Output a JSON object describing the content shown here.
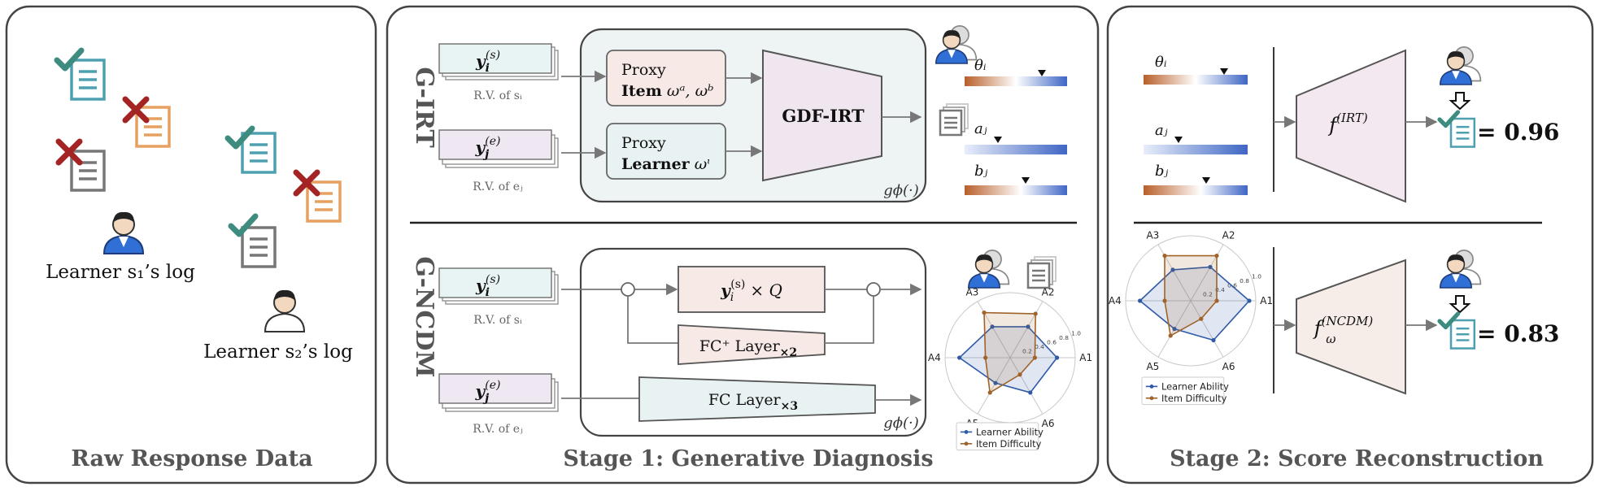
{
  "panels": {
    "raw": {
      "title": "Raw Response Data",
      "learner1_log": "Learner s₁’s log",
      "learner2_log": "Learner s₂’s log"
    },
    "stage1": {
      "title": "Stage 1: Generative Diagnosis",
      "girt": {
        "label": "G-IRT",
        "rv_s_main": "y",
        "rv_s_sub": "i",
        "rv_s_sup": "(s)",
        "rv_s_caption": "R.V. of sᵢ",
        "rv_e_main": "y",
        "rv_e_sub": "j",
        "rv_e_sup": "(e)",
        "rv_e_caption": "R.V. of eⱼ",
        "proxy_item_l1": "Proxy",
        "proxy_item_l2": "Item",
        "proxy_item_params": "ωᵃ, ωᵇ",
        "proxy_learner_l1": "Proxy",
        "proxy_learner_l2": "Learner",
        "proxy_learner_params": "ωᶥ",
        "model": "GDF-IRT",
        "g_label": "gϕ(·)",
        "theta": "θᵢ",
        "a": "aⱼ",
        "b": "bⱼ"
      },
      "gncdm": {
        "label": "G-NCDM",
        "rv_s_main": "y",
        "rv_s_sub": "i",
        "rv_s_sup": "(s)",
        "rv_s_caption": "R.V. of sᵢ",
        "rv_e_main": "y",
        "rv_e_sub": "j",
        "rv_e_sup": "(e)",
        "rv_e_caption": "R.V. of eⱼ",
        "q_block": "× Q",
        "fc_plus": "FC⁺ Layer",
        "fc_plus_mult": "×2",
        "fc": "FC Layer",
        "fc_mult": "×3",
        "g_label": "gϕ(·)"
      }
    },
    "stage2": {
      "title": "Stage 2: Score Reconstruction",
      "theta": "θᵢ",
      "a": "aⱼ",
      "b": "bⱼ",
      "f_irt": "f",
      "f_irt_sup": "(IRT)",
      "f_ncdm": "f",
      "f_ncdm_sup": "(NCDM)",
      "f_ncdm_sub": "ω",
      "score_irt": "= 0.96",
      "score_ncdm": "= 0.83"
    }
  },
  "chart_data": [
    {
      "type": "radar",
      "axes": [
        "A1",
        "A2",
        "A3",
        "A4",
        "A5",
        "A6"
      ],
      "rings": [
        0.2,
        0.4,
        0.6,
        0.8,
        1.0
      ],
      "ring_labels": [
        "0.2",
        "0.4",
        "0.6",
        "0.8",
        "1.0"
      ],
      "series": [
        {
          "name": "Learner Ability",
          "color": "#2e5aa8",
          "values": [
            0.72,
            0.55,
            0.55,
            0.78,
            0.45,
            0.62
          ]
        },
        {
          "name": "Item Difficulty",
          "color": "#a0632a",
          "values": [
            0.38,
            0.78,
            0.8,
            0.38,
            0.62,
            0.3
          ]
        }
      ]
    },
    {
      "type": "radar",
      "axes": [
        "A1",
        "A2",
        "A3",
        "A4",
        "A5",
        "A6"
      ],
      "rings": [
        0.2,
        0.4,
        0.6,
        0.8,
        1.0
      ],
      "ring_labels": [
        "0.2",
        "0.4",
        "0.6",
        "0.8",
        "1.0"
      ],
      "series": [
        {
          "name": "Learner Ability",
          "color": "#2e5aa8",
          "values": [
            0.9,
            0.6,
            0.55,
            0.78,
            0.5,
            0.7
          ]
        },
        {
          "name": "Item Difficulty",
          "color": "#a0632a",
          "values": [
            0.4,
            0.8,
            0.8,
            0.4,
            0.62,
            0.32
          ]
        }
      ]
    }
  ],
  "colors": {
    "teal_check": "#3e8c80",
    "red_cross": "#a42323",
    "doc_teal": "#4da0b0",
    "doc_orange": "#e6a060",
    "doc_gray": "#777777",
    "learner_blue": "#2f6fd6",
    "grad_orange": "#b85f2a",
    "grad_blue": "#3f66c4"
  }
}
